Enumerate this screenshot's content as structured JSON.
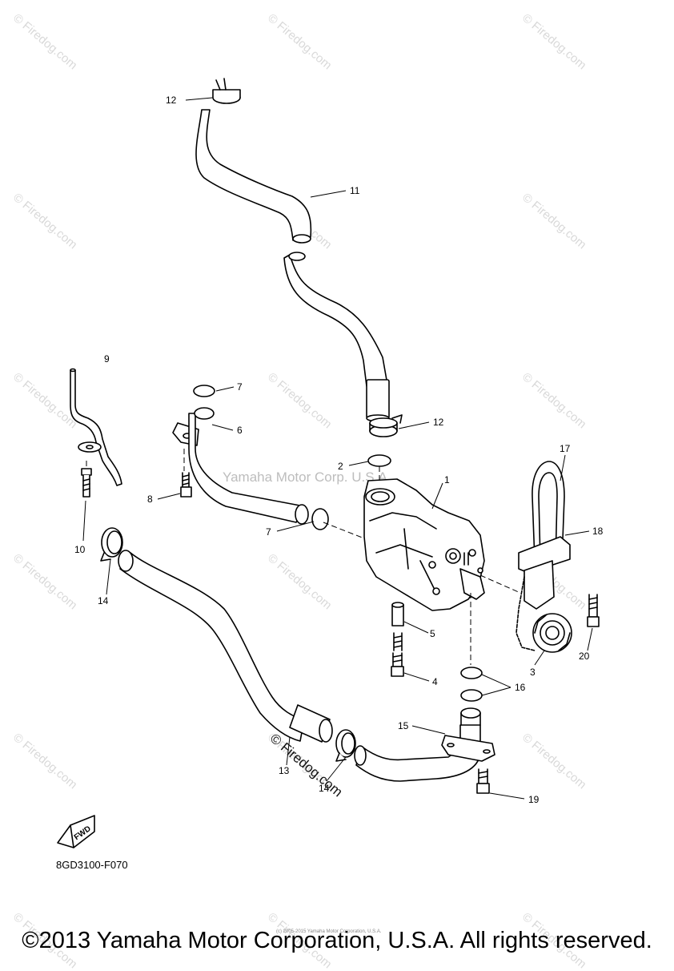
{
  "watermark_text": "© Firedog.com",
  "center_watermark": "Yamaha Motor Corp. U.S.A.",
  "stamp_text": "© Firedog.com",
  "fwd_label": "FWD",
  "part_code": "8GD3100-F070",
  "copyright_small": "(c) 2005-2015 Yamaha Motor Corporation, U.S.A.",
  "copyright": "©2013 Yamaha Motor Corporation, U.S.A. All rights reserved.",
  "callouts": [
    "1",
    "2",
    "3",
    "4",
    "5",
    "6",
    "7",
    "7",
    "8",
    "9",
    "10",
    "11",
    "12",
    "12",
    "13",
    "14",
    "14",
    "15",
    "16",
    "17",
    "18",
    "19",
    "20"
  ]
}
